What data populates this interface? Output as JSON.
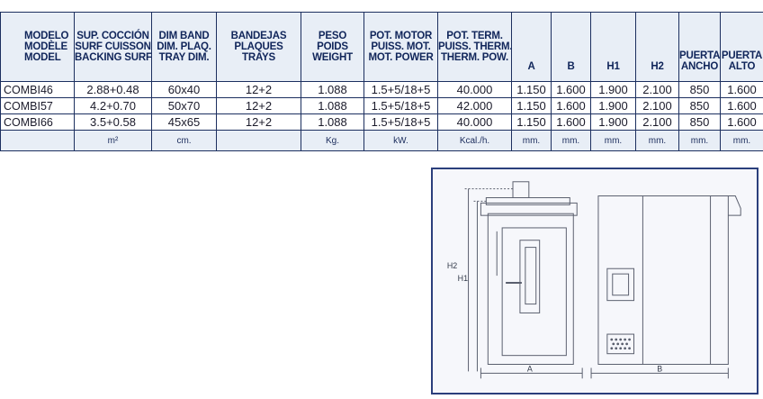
{
  "table": {
    "headers": [
      {
        "key": "model",
        "lines": [
          "MODELO",
          "MODÈLE",
          "MODEL"
        ]
      },
      {
        "key": "surf",
        "lines": [
          "SUP. COCCIÓN",
          "SURF CUISSON",
          "BACKING SURF"
        ]
      },
      {
        "key": "tray_dim",
        "lines": [
          "DIM BAND",
          "DIM. PLAQ.",
          "TRAY DIM."
        ]
      },
      {
        "key": "trays",
        "lines": [
          "BANDEJAS",
          "PLAQUES",
          "TRAYS"
        ]
      },
      {
        "key": "weight",
        "lines": [
          "PESO",
          "POIDS",
          "WEIGHT"
        ]
      },
      {
        "key": "motor_power",
        "lines": [
          "POT. MOTOR",
          "PUISS. MOT.",
          "MOT. POWER"
        ]
      },
      {
        "key": "therm_power",
        "lines": [
          "POT. TERM.",
          "PUISS. THERM.",
          "THERM. POW."
        ]
      },
      {
        "key": "a",
        "lines": [
          "A"
        ]
      },
      {
        "key": "b",
        "lines": [
          "B"
        ]
      },
      {
        "key": "h1",
        "lines": [
          "H1"
        ]
      },
      {
        "key": "h2",
        "lines": [
          "H2"
        ]
      },
      {
        "key": "door_width",
        "lines": [
          "PUERTA",
          "ANCHO"
        ]
      },
      {
        "key": "door_height",
        "lines": [
          "PUERTA",
          "ALTO"
        ]
      }
    ],
    "rows": [
      [
        "COMBI46",
        "2.88+0.48",
        "60x40",
        "12+2",
        "1.088",
        "1.5+5/18+5",
        "40.000",
        "1.150",
        "1.600",
        "1.900",
        "2.100",
        "850",
        "1.600"
      ],
      [
        "COMBI57",
        "4.2+0.70",
        "50x70",
        "12+2",
        "1.088",
        "1.5+5/18+5",
        "42.000",
        "1.150",
        "1.600",
        "1.900",
        "2.100",
        "850",
        "1.600"
      ],
      [
        "COMBI66",
        "3.5+0.58",
        "45x65",
        "12+2",
        "1.088",
        "1.5+5/18+5",
        "40.000",
        "1.150",
        "1.600",
        "1.900",
        "2.100",
        "850",
        "1.600"
      ]
    ],
    "units": [
      "",
      "m²",
      "cm.",
      "",
      "Kg.",
      "kW.",
      "Kcal./h.",
      "mm.",
      "mm.",
      "mm.",
      "mm.",
      "mm.",
      "mm."
    ]
  },
  "drawing": {
    "labels": {
      "h2": "H2",
      "h1": "H1",
      "a": "A",
      "b": "B"
    },
    "colors": {
      "frame": "#2b3f7c",
      "line": "#5a5f6e",
      "fill": "#f6f7fb"
    }
  }
}
